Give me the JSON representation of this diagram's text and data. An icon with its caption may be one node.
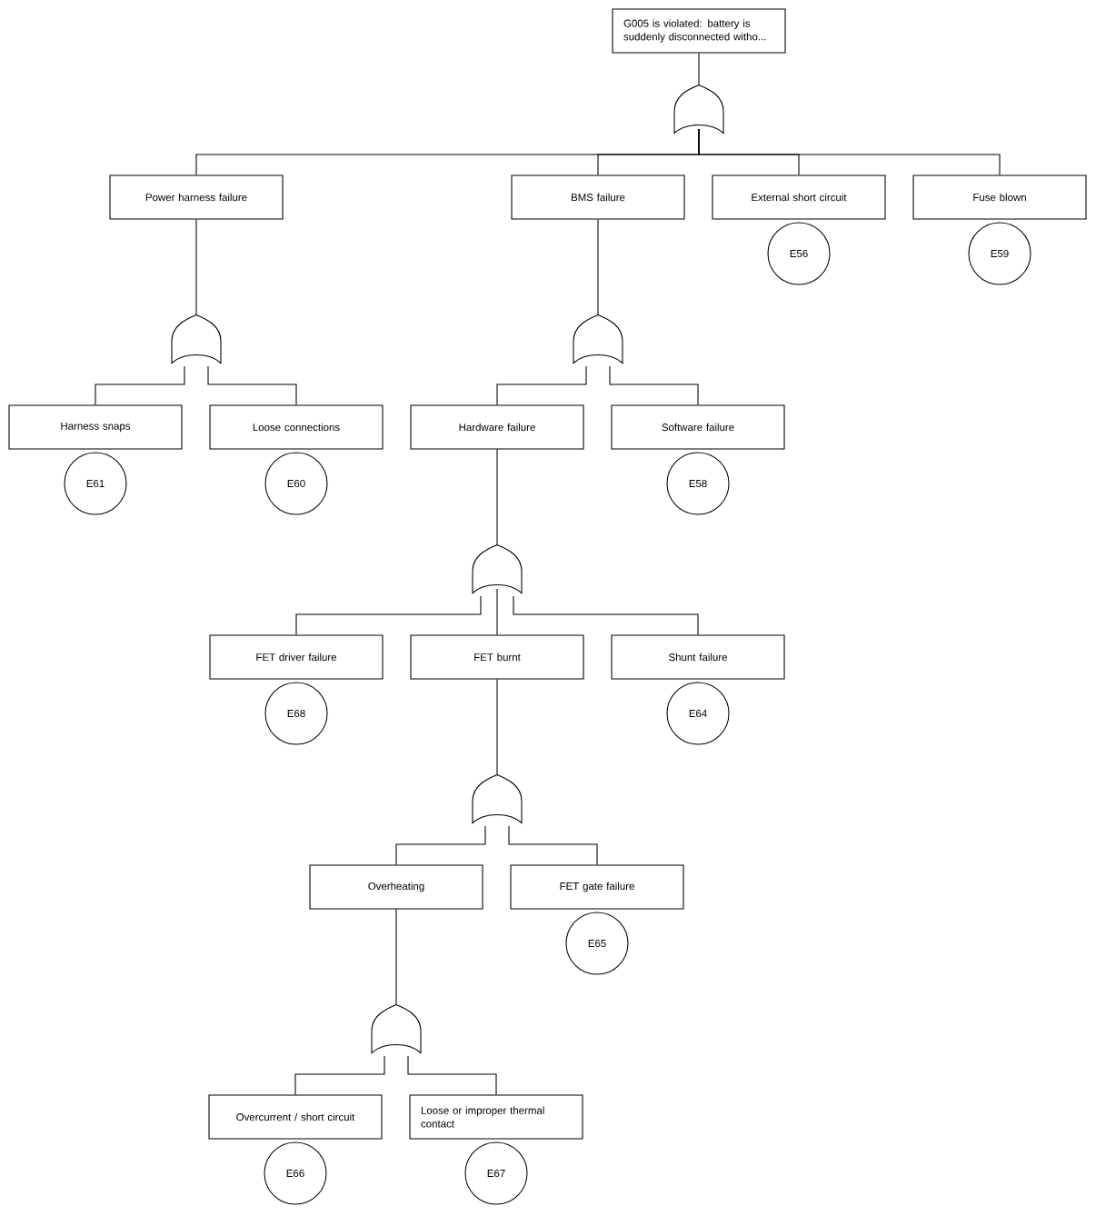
{
  "diagram": {
    "nodes": [
      {
        "text": [
          "G005 is violated: battery is suddenly disconnected witho..."
        ]
      },
      {
        "text": [],
        "shape": "gate"
      },
      {
        "text": [
          "Power harness failure"
        ]
      },
      {
        "text": [
          "BMS failure"
        ]
      },
      {
        "text": [
          "External short circuit"
        ]
      },
      {
        "text": [
          "Fuse blown"
        ]
      },
      {
        "text": [
          "E56"
        ]
      },
      {
        "text": [
          "E59"
        ]
      },
      {
        "text": [],
        "shape": "gate"
      },
      {
        "text": [],
        "shape": "gate"
      },
      {
        "text": [
          "Harness snaps"
        ]
      },
      {
        "text": [
          "Loose connections"
        ]
      },
      {
        "text": [
          "Hardware failure"
        ]
      },
      {
        "text": [
          "Software failure"
        ]
      },
      {
        "text": [
          "E61"
        ]
      },
      {
        "text": [
          "E60"
        ]
      },
      {
        "text": [
          "E58"
        ]
      },
      {
        "text": [],
        "shape": "gate"
      },
      {
        "text": [
          "FET driver failure"
        ]
      },
      {
        "text": [
          "FET burnt"
        ]
      },
      {
        "text": [
          "Shunt failure"
        ]
      },
      {
        "text": [
          "E68"
        ]
      },
      {
        "text": [
          "E64"
        ]
      },
      {
        "text": [],
        "shape": "gate"
      },
      {
        "text": [
          "Overheating"
        ]
      },
      {
        "text": [
          "FET gate failure"
        ]
      },
      {
        "text": [
          "E65"
        ]
      },
      {
        "text": [],
        "shape": "gate"
      },
      {
        "text": [
          "Overcurrent / short circuit"
        ]
      },
      {
        "text": [
          "Loose or improper thermal contact"
        ]
      },
      {
        "text": [
          "E66"
        ]
      },
      {
        "text": [
          "E67"
        ]
      }
    ],
    "edges": [
      {
        "from": 0,
        "to": 1,
        "arrow": "none"
      },
      {
        "from": 1,
        "to": 2,
        "arrow": "none"
      },
      {
        "from": 1,
        "to": 3,
        "arrow": "none"
      },
      {
        "from": 1,
        "to": 4,
        "arrow": "none"
      },
      {
        "from": 1,
        "to": 5,
        "arrow": "none"
      },
      {
        "from": 2,
        "to": 8,
        "arrow": "none"
      },
      {
        "from": 8,
        "to": 10,
        "arrow": "none"
      },
      {
        "from": 8,
        "to": 11,
        "arrow": "none"
      },
      {
        "from": 3,
        "to": 9,
        "arrow": "none"
      },
      {
        "from": 9,
        "to": 12,
        "arrow": "none"
      },
      {
        "from": 9,
        "to": 13,
        "arrow": "none"
      },
      {
        "from": 12,
        "to": 17,
        "arrow": "none"
      },
      {
        "from": 17,
        "to": 18,
        "arrow": "none"
      },
      {
        "from": 17,
        "to": 19,
        "arrow": "none"
      },
      {
        "from": 17,
        "to": 20,
        "arrow": "none"
      },
      {
        "from": 19,
        "to": 23,
        "arrow": "none"
      },
      {
        "from": 23,
        "to": 24,
        "arrow": "none"
      },
      {
        "from": 23,
        "to": 25,
        "arrow": "none"
      },
      {
        "from": 24,
        "to": 27,
        "arrow": "none"
      },
      {
        "from": 27,
        "to": 28,
        "arrow": "none"
      },
      {
        "from": 27,
        "to": 29,
        "arrow": "none"
      }
    ]
  }
}
